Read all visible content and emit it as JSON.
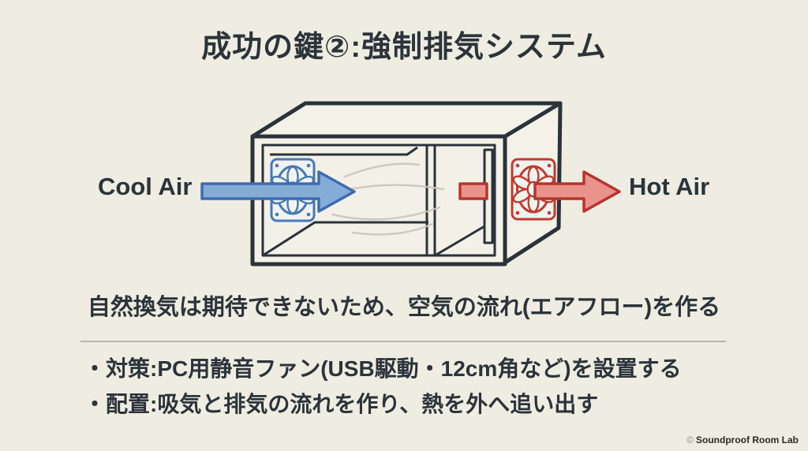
{
  "slide": {
    "title": "成功の鍵②:強制排気システム",
    "caption": "自然換気は期待できないため、空気の流れ(エアフロー)を作る",
    "bullets": [
      "・対策:PC用静音ファン(USB駆動・12cm角など)を設置する",
      "・配置:吸気と排気の流れを作り、熱を外へ追い出す"
    ],
    "watermark": {
      "symbol": "©",
      "text": "Soundproof Room Lab"
    }
  },
  "diagram": {
    "cool_air_label": "Cool Air",
    "hot_air_label": "Hot Air",
    "intake_fan_icon": "blue-pc-case-fan",
    "exhaust_fan_icon": "red-pc-case-fan"
  },
  "theme": {
    "background": "#efede1",
    "ink": "#2b333b",
    "outline": "#2a323a",
    "face_fill": "#f4f2e8",
    "interior_fill": "#f3f1e7",
    "cool_fill": "#85abd7",
    "cool_stroke": "#3d6cb1",
    "cool_fan": "#4579b8",
    "hot_fill": "#e9938c",
    "hot_stroke": "#b7352c",
    "hot_fan": "#c13a31",
    "divider": "#a09e92",
    "swoosh": "#c9c6b9"
  }
}
